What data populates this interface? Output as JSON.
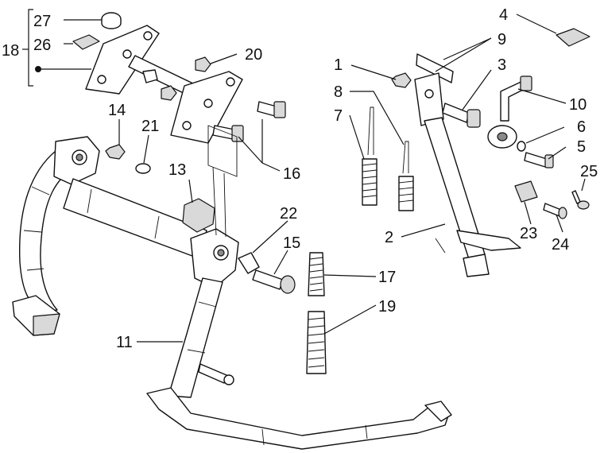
{
  "callouts": {
    "c1": "1",
    "c2": "2",
    "c3": "3",
    "c4": "4",
    "c5": "5",
    "c6": "6",
    "c7": "7",
    "c8": "8",
    "c9": "9",
    "c10": "10",
    "c11": "11",
    "c13": "13",
    "c14": "14",
    "c15": "15",
    "c16": "16",
    "c17": "17",
    "c18": "18",
    "c19": "19",
    "c20": "20",
    "c21": "21",
    "c22": "22",
    "c23": "23",
    "c24": "24",
    "c25": "25",
    "c26": "26",
    "c27": "27"
  },
  "colors": {
    "line": "#111111",
    "shade": "#d9d9d9",
    "background": "#ffffff"
  }
}
